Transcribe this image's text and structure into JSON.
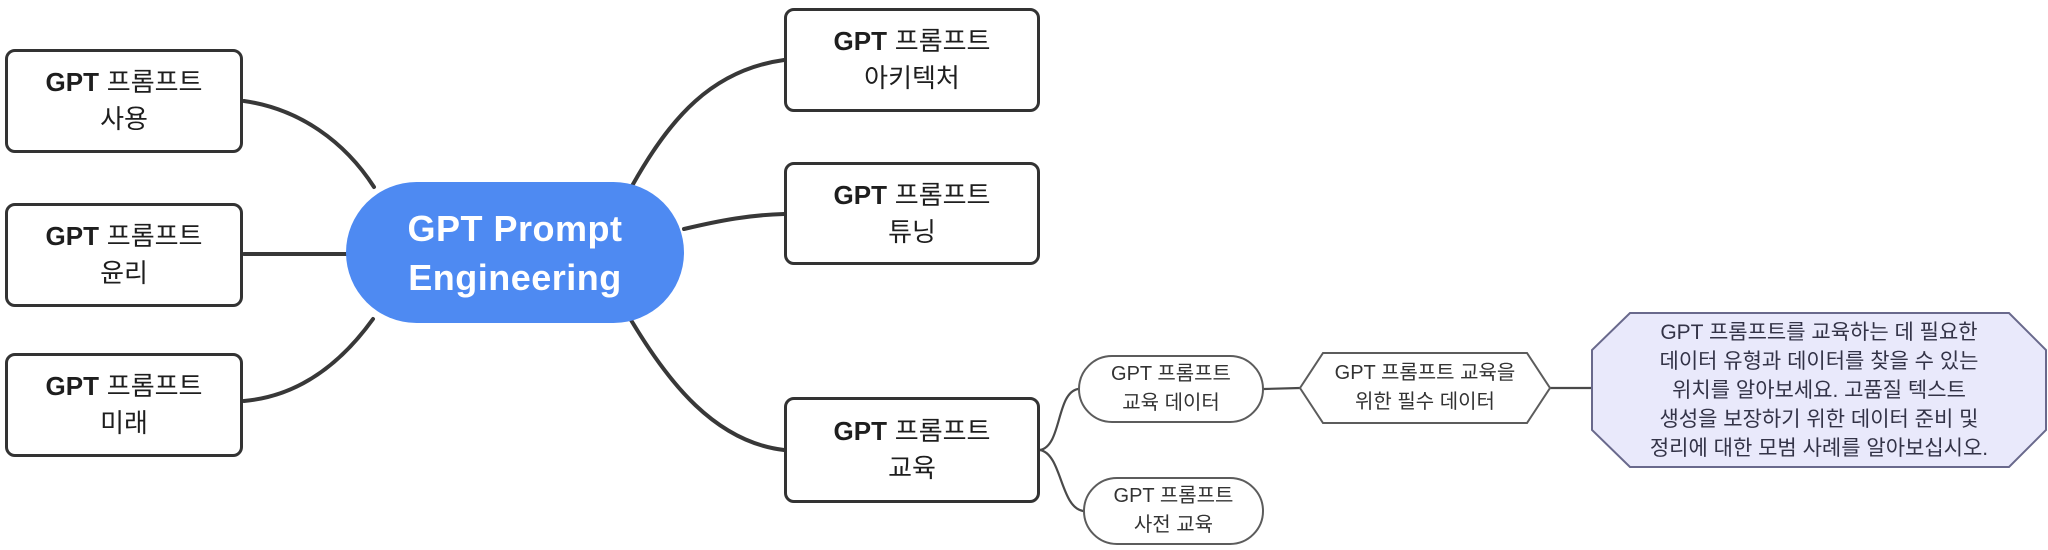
{
  "root": {
    "line1": "GPT Prompt",
    "line2": "Engineering"
  },
  "nodes": {
    "usage": {
      "bold": "GPT",
      "rest": "프롬프트",
      "line2": "사용"
    },
    "ethics": {
      "bold": "GPT",
      "rest": "프롬프트",
      "line2": "윤리"
    },
    "future": {
      "bold": "GPT",
      "rest": "프롬프트",
      "line2": "미래"
    },
    "architecture": {
      "bold": "GPT",
      "rest": "프롬프트",
      "line2": "아키텍처"
    },
    "tuning": {
      "bold": "GPT",
      "rest": "프롬프트",
      "line2": "튜닝"
    },
    "training": {
      "bold": "GPT",
      "rest": "프롬프트",
      "line2": "교육"
    },
    "training_data": {
      "line1": "GPT 프롬프트",
      "line2": "교육 데이터"
    },
    "pretraining": {
      "line1": "GPT 프롬프트",
      "line2": "사전 교육"
    },
    "required_data": {
      "line1": "GPT 프롬프트 교육을",
      "line2": "위한 필수 데이터"
    },
    "description": {
      "lines": [
        "GPT 프롬프트를 교육하는 데 필요한",
        "데이터 유형과 데이터를 찾을 수 있는",
        "위치를 알아보세요. 고품질 텍스트",
        "생성을 보장하기 위한 데이터 준비 및",
        "정리에 대한 모범 사례를 알아보십시오."
      ]
    }
  },
  "colors": {
    "root_fill": "#4e8af2",
    "root_text": "#ffffff",
    "node_border": "#333333",
    "subnode_border": "#5c5c5c",
    "edge": "#383838",
    "edge_sub": "#4a4a4a",
    "description_fill": "#e9e9fb",
    "description_border": "#69698c"
  }
}
